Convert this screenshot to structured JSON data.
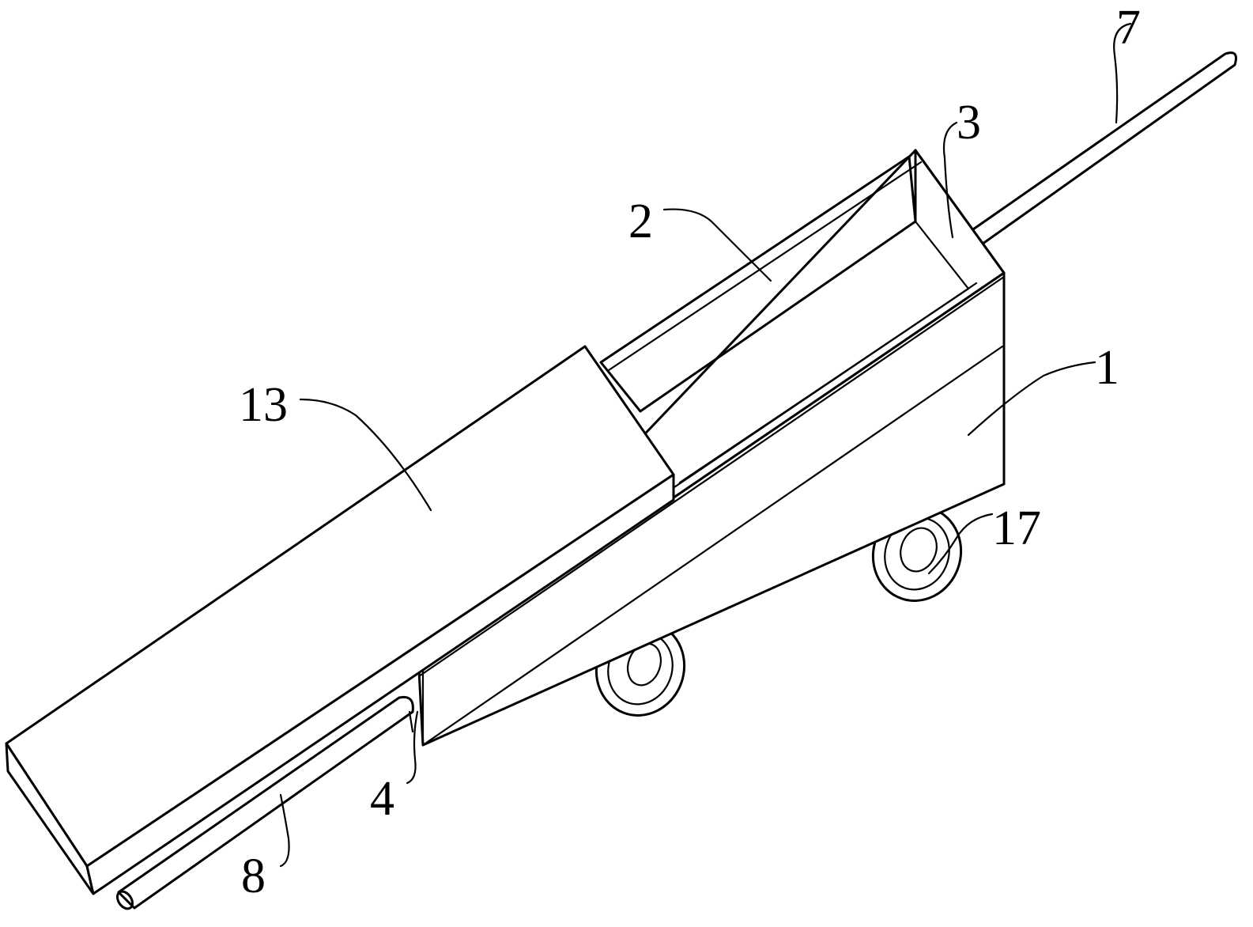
{
  "diagram": {
    "labels": {
      "body": "1",
      "sleeve": "2",
      "joint": "3",
      "support": "4",
      "rod_upper": "7",
      "rod_lower": "8",
      "tray": "13",
      "wheel": "17"
    }
  }
}
